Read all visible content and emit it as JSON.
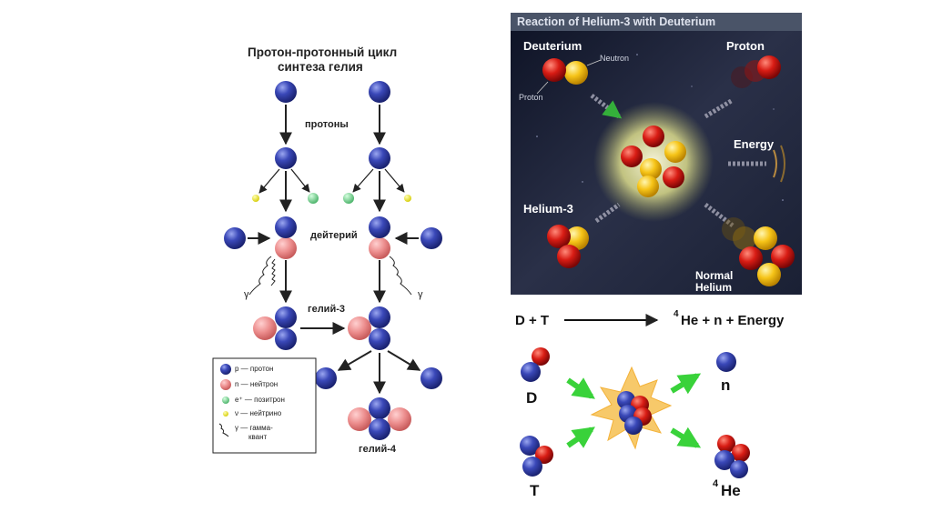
{
  "left_diagram": {
    "title_line1": "Протон-протонный цикл",
    "title_line2": "синтеза гелия",
    "label_protons": "протоны",
    "label_deuterium": "дейтерий",
    "label_helium3": "гелий-3",
    "label_helium4": "гелий-4",
    "gamma_symbol": "γ",
    "legend": {
      "proton": "p — протон",
      "neutron": "n — нейтрон",
      "positron": "e⁺ — позитрон",
      "neutrino": "ν — нейтрино",
      "gamma_line1": "γ — гамма-",
      "gamma_line2": "квант"
    }
  },
  "right_top": {
    "title": "Reaction of Helium-3 with Deuterium",
    "deuterium": "Deuterium",
    "neutron": "Neutron",
    "proton_small": "Proton",
    "proton": "Proton",
    "energy": "Energy",
    "helium3": "Helium-3",
    "normal_helium_line1": "Normal",
    "normal_helium_line2": "Helium"
  },
  "right_bottom": {
    "equation_left": "D + T",
    "equation_right_sup": "4",
    "equation_right": "He + n + Energy",
    "label_D": "D",
    "label_T": "T",
    "label_n": "n",
    "label_He_sup": "4",
    "label_He": "He"
  },
  "colors": {
    "proton_blue": "#3340a8",
    "neutron_pink": "#e98a8a",
    "positron_green": "#6fc98a",
    "neutrino_yellow": "#e8e23a",
    "red_particle": "#d11a1a",
    "yellow_particle": "#f4c21a",
    "panel_bg": "#1d2438",
    "arrow_green": "#39d23a",
    "star_orange": "#f6c258"
  }
}
